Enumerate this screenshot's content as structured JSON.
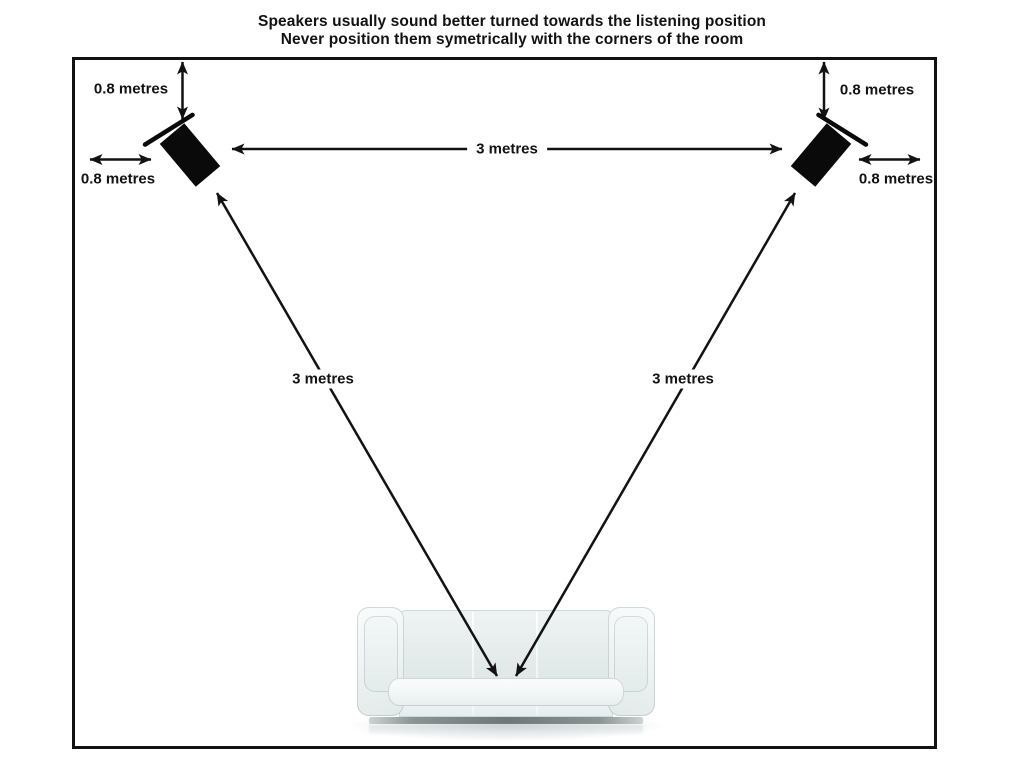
{
  "title": {
    "line1": "Speakers usually sound better turned towards the listening position",
    "line2": "Never position them symetrically with the corners of the room"
  },
  "measurements": {
    "left_speaker_top_clearance": "0.8 metres",
    "left_speaker_side_clearance": "0.8 metres",
    "right_speaker_top_clearance": "0.8 metres",
    "right_speaker_side_clearance": "0.8 metres",
    "between_speakers": "3 metres",
    "left_speaker_to_listener": "3 metres",
    "right_speaker_to_listener": "3 metres"
  },
  "colors": {
    "ink": "#121212",
    "paper": "#ffffff",
    "speaker": "#0a0a0a"
  }
}
